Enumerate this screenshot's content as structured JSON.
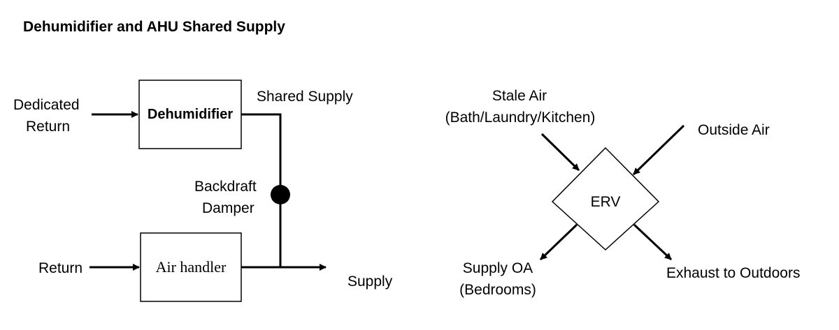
{
  "title": "Dehumidifier and AHU Shared Supply",
  "left": {
    "dedicated_return": [
      "Dedicated",
      "Return"
    ],
    "dehumidifier": "Dehumidifier",
    "shared_supply": "Shared Supply",
    "backdraft_damper": [
      "Backdraft",
      "Damper"
    ],
    "return": "Return",
    "air_handler": "Air handler",
    "supply": "Supply"
  },
  "right": {
    "stale_air": [
      "Stale Air",
      "(Bath/Laundry/Kitchen)"
    ],
    "outside_air": "Outside Air",
    "erv": "ERV",
    "supply_oa": [
      "Supply OA",
      "(Bedrooms)"
    ],
    "exhaust": "Exhaust to Outdoors"
  }
}
